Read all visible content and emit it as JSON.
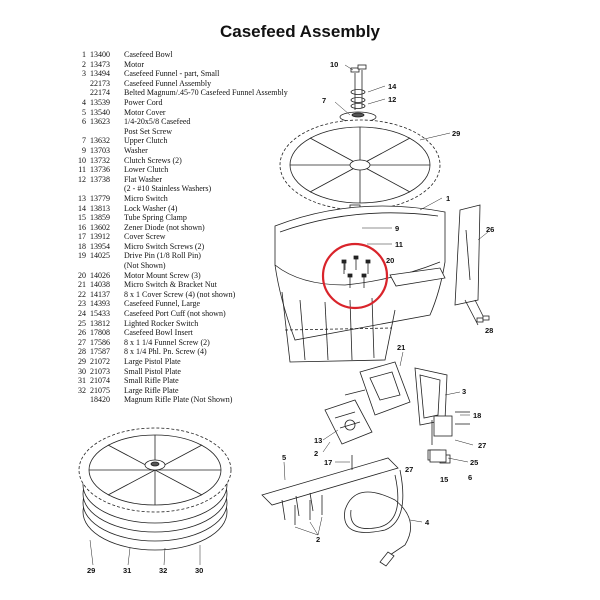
{
  "title": "Casefeed Assembly",
  "parts": [
    {
      "item": "1",
      "part": "13400",
      "desc": "Casefeed Bowl"
    },
    {
      "item": "2",
      "part": "13473",
      "desc": "Motor"
    },
    {
      "item": "3",
      "part": "13494",
      "desc": "Casefeed Funnel - part, Small"
    },
    {
      "item": "",
      "part": "22173",
      "desc": "Casefeed Funnel Assembly"
    },
    {
      "item": "",
      "part": "22174",
      "desc": "Belted Magnum/.45-70 Casefeed Funnel Assembly"
    },
    {
      "item": "4",
      "part": "13539",
      "desc": "Power Cord"
    },
    {
      "item": "5",
      "part": "13540",
      "desc": "Motor Cover"
    },
    {
      "item": "6",
      "part": "13623",
      "desc": "1/4-20x5/8 Casefeed"
    },
    {
      "item": "",
      "part": "",
      "desc": "Post Set Screw"
    },
    {
      "item": "7",
      "part": "13632",
      "desc": "Upper Clutch"
    },
    {
      "item": "9",
      "part": "13703",
      "desc": "Washer"
    },
    {
      "item": "10",
      "part": "13732",
      "desc": "Clutch Screws (2)"
    },
    {
      "item": "11",
      "part": "13736",
      "desc": "Lower Clutch"
    },
    {
      "item": "12",
      "part": "13738",
      "desc": "Flat Washer"
    },
    {
      "item": "",
      "part": "",
      "desc": "(2 - #10 Stainless Washers)"
    },
    {
      "item": "13",
      "part": "13779",
      "desc": "Micro Switch"
    },
    {
      "item": "14",
      "part": "13813",
      "desc": "Lock Washer (4)"
    },
    {
      "item": "15",
      "part": "13859",
      "desc": "Tube Spring Clamp"
    },
    {
      "item": "16",
      "part": "13602",
      "desc": "Zener Diode (not shown)"
    },
    {
      "item": "17",
      "part": "13912",
      "desc": "Cover Screw"
    },
    {
      "item": "18",
      "part": "13954",
      "desc": "Micro Switch Screws (2)"
    },
    {
      "item": "19",
      "part": "14025",
      "desc": "Drive Pin (1/8 Roll Pin)"
    },
    {
      "item": "",
      "part": "",
      "desc": "(Not Shown)"
    },
    {
      "item": "20",
      "part": "14026",
      "desc": "Motor Mount Screw (3)"
    },
    {
      "item": "21",
      "part": "14038",
      "desc": "Micro Switch & Bracket Nut"
    },
    {
      "item": "22",
      "part": "14137",
      "desc": "8 x 1 Cover Screw (4) (not shown)"
    },
    {
      "item": "23",
      "part": "14393",
      "desc": "Casefeed Funnel, Large"
    },
    {
      "item": "24",
      "part": "15433",
      "desc": "Casefeed Port Cuff (not shown)"
    },
    {
      "item": "25",
      "part": "13812",
      "desc": "Lighted Rocker Switch"
    },
    {
      "item": "26",
      "part": "17808",
      "desc": "Casefeed Bowl Insert"
    },
    {
      "item": "27",
      "part": "17586",
      "desc": "8 x 1 1/4 Funnel Screw (2)"
    },
    {
      "item": "28",
      "part": "17587",
      "desc": "8 x 1/4 Phl. Pn. Screw (4)"
    },
    {
      "item": "29",
      "part": "21072",
      "desc": "Large Pistol Plate"
    },
    {
      "item": "30",
      "part": "21073",
      "desc": "Small Pistol Plate"
    },
    {
      "item": "31",
      "part": "21074",
      "desc": "Small Rifle Plate"
    },
    {
      "item": "32",
      "part": "21075",
      "desc": "Large Rifle Plate"
    },
    {
      "item": "",
      "part": "18420",
      "desc": "Magnum Rifle Plate (Not Shown)"
    }
  ],
  "callouts": {
    "c10": "10",
    "c14": "14",
    "c12": "12",
    "c7": "7",
    "c29top": "29",
    "c1": "1",
    "c9": "9",
    "c11": "11",
    "c20": "20",
    "c26": "26",
    "c28": "28",
    "c21": "21",
    "c3": "3",
    "c18": "18",
    "c27a": "27",
    "c25": "25",
    "c13": "13",
    "c2a": "2",
    "c17": "17",
    "c27b": "27",
    "c15": "15",
    "c6": "6",
    "c5": "5",
    "c4": "4",
    "c2b": "2",
    "c29": "29",
    "c31": "31",
    "c32": "32",
    "c30": "30"
  },
  "highlight_color": "#d9242b",
  "line_color": "#222222"
}
